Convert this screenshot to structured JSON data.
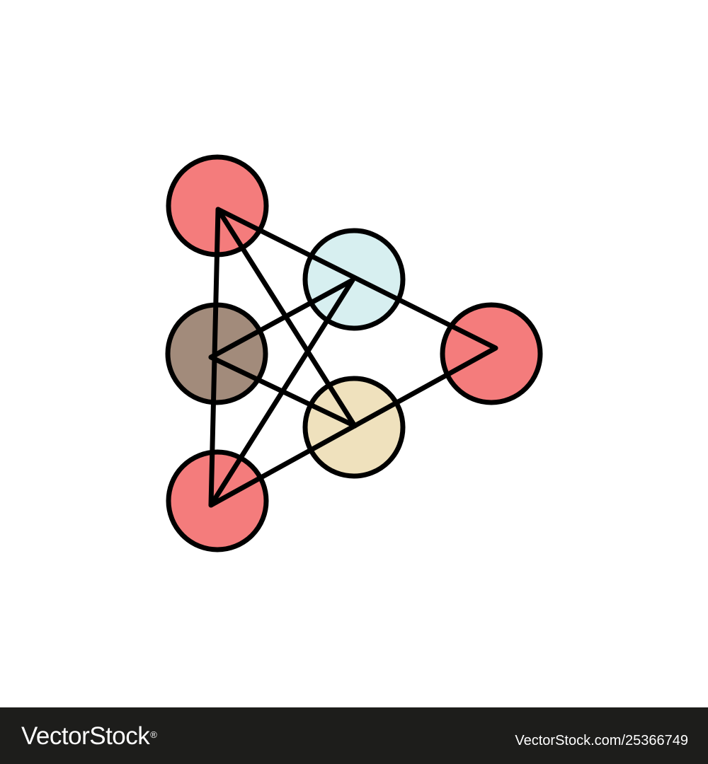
{
  "icon": {
    "name": "network-triangle-icon",
    "outline_color": "#000000",
    "nodes": [
      {
        "id": "top-left",
        "fill": "#f47c7c"
      },
      {
        "id": "middle-top",
        "fill": "#d7eff0"
      },
      {
        "id": "middle-left",
        "fill": "#a28b7b"
      },
      {
        "id": "right",
        "fill": "#f47c7c"
      },
      {
        "id": "middle-bottom",
        "fill": "#efe1bd"
      },
      {
        "id": "bottom-left",
        "fill": "#f47c7c"
      }
    ]
  },
  "watermark": {
    "brand": "VectorStock",
    "registered_mark": "®",
    "image_id": "VectorStock.com/25366749",
    "background_color": "#1d1d1b",
    "text_color": "#ffffff"
  }
}
